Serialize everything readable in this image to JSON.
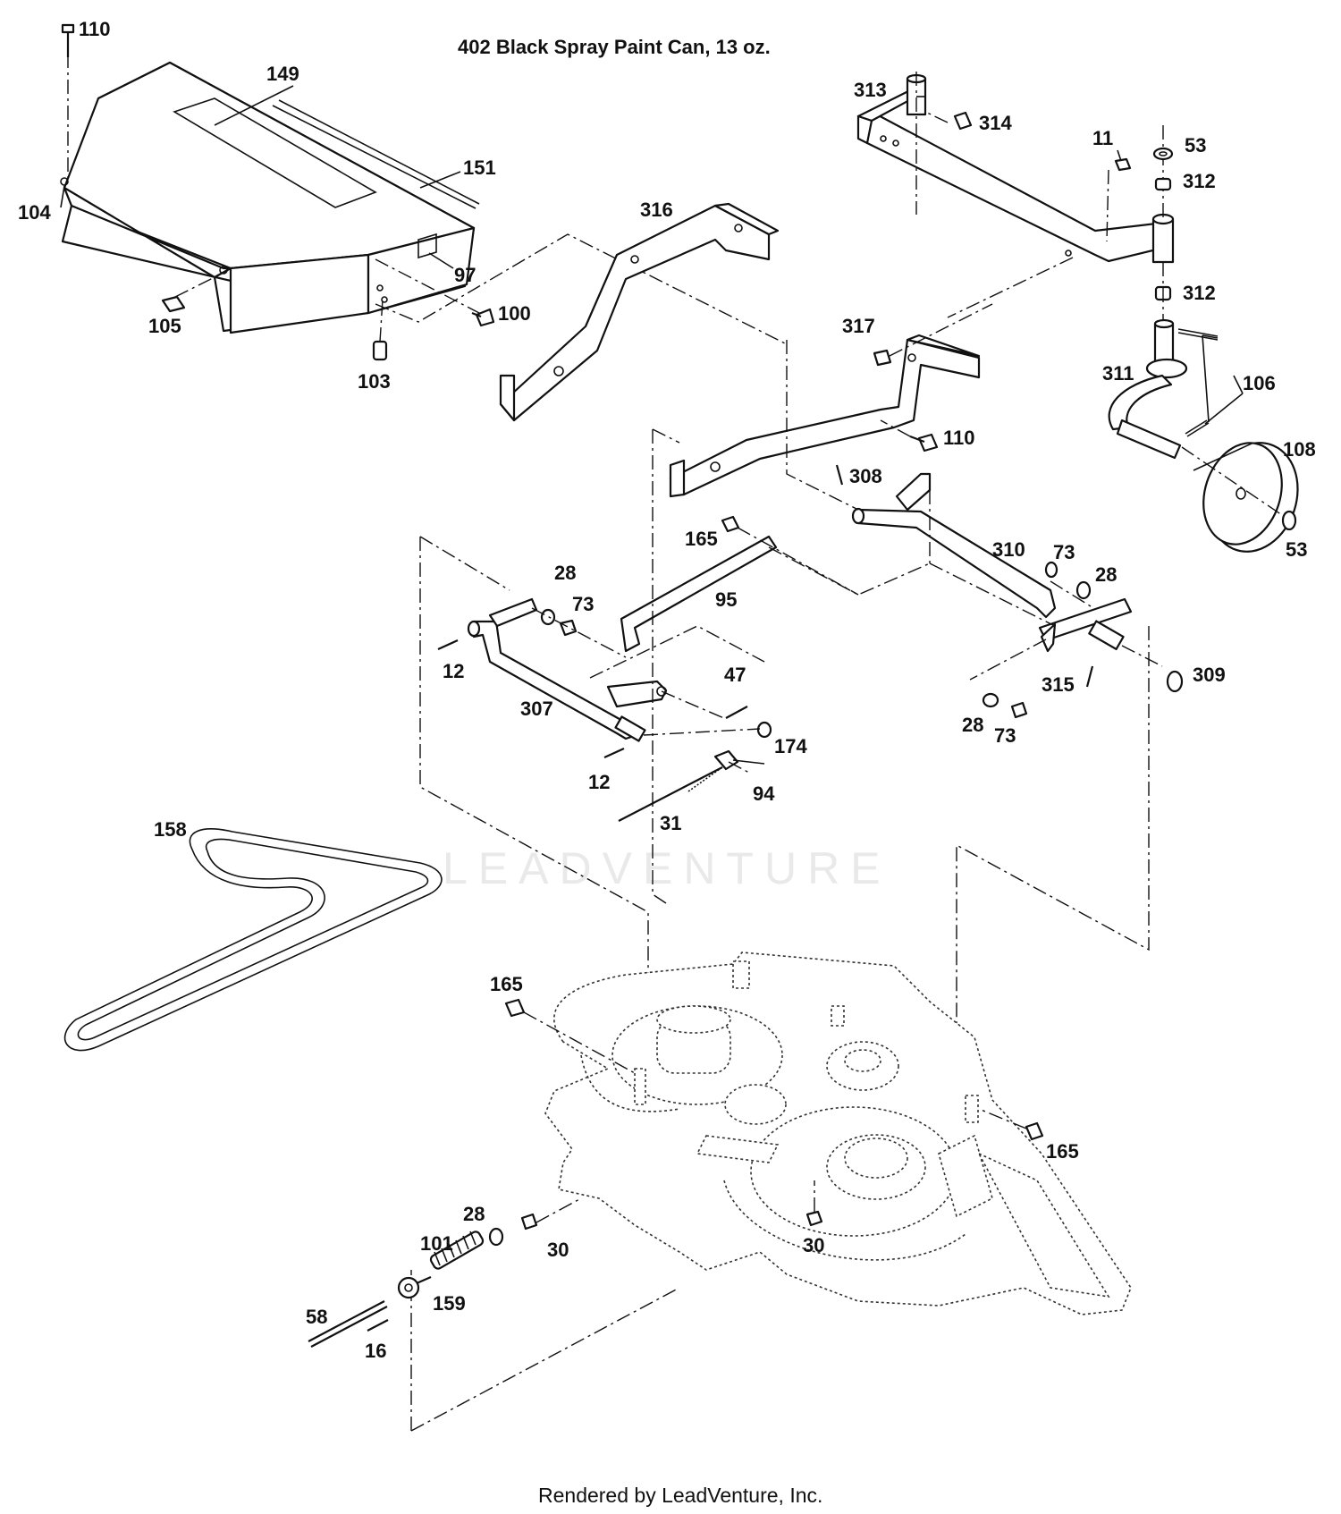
{
  "title": "402 Black Spray Paint Can, 13 oz.",
  "footer": "Rendered by LeadVenture, Inc.",
  "watermark": "LEADVENTURE",
  "callouts": {
    "c110a": "110",
    "c149": "149",
    "c151": "151",
    "c104": "104",
    "c97": "97",
    "c105": "105",
    "c100": "100",
    "c103": "103",
    "c313": "313",
    "c314": "314",
    "c11": "11",
    "c53a": "53",
    "c312a": "312",
    "c316": "316",
    "c312b": "312",
    "c317": "317",
    "c311": "311",
    "c106": "106",
    "c110b": "110",
    "c108": "108",
    "c308": "308",
    "c165a": "165",
    "c310": "310",
    "c73a": "73",
    "c28a": "28",
    "c53b": "53",
    "c28b": "28",
    "c73b": "73",
    "c95": "95",
    "c12a": "12",
    "c47": "47",
    "c307": "307",
    "c315": "315",
    "c309": "309",
    "c28c": "28",
    "c73c": "73",
    "c174": "174",
    "c12b": "12",
    "c94": "94",
    "c31": "31",
    "c158": "158",
    "c165b": "165",
    "c165c": "165",
    "c28d": "28",
    "c101": "101",
    "c30a": "30",
    "c30b": "30",
    "c159": "159",
    "c58": "58",
    "c16": "16"
  }
}
